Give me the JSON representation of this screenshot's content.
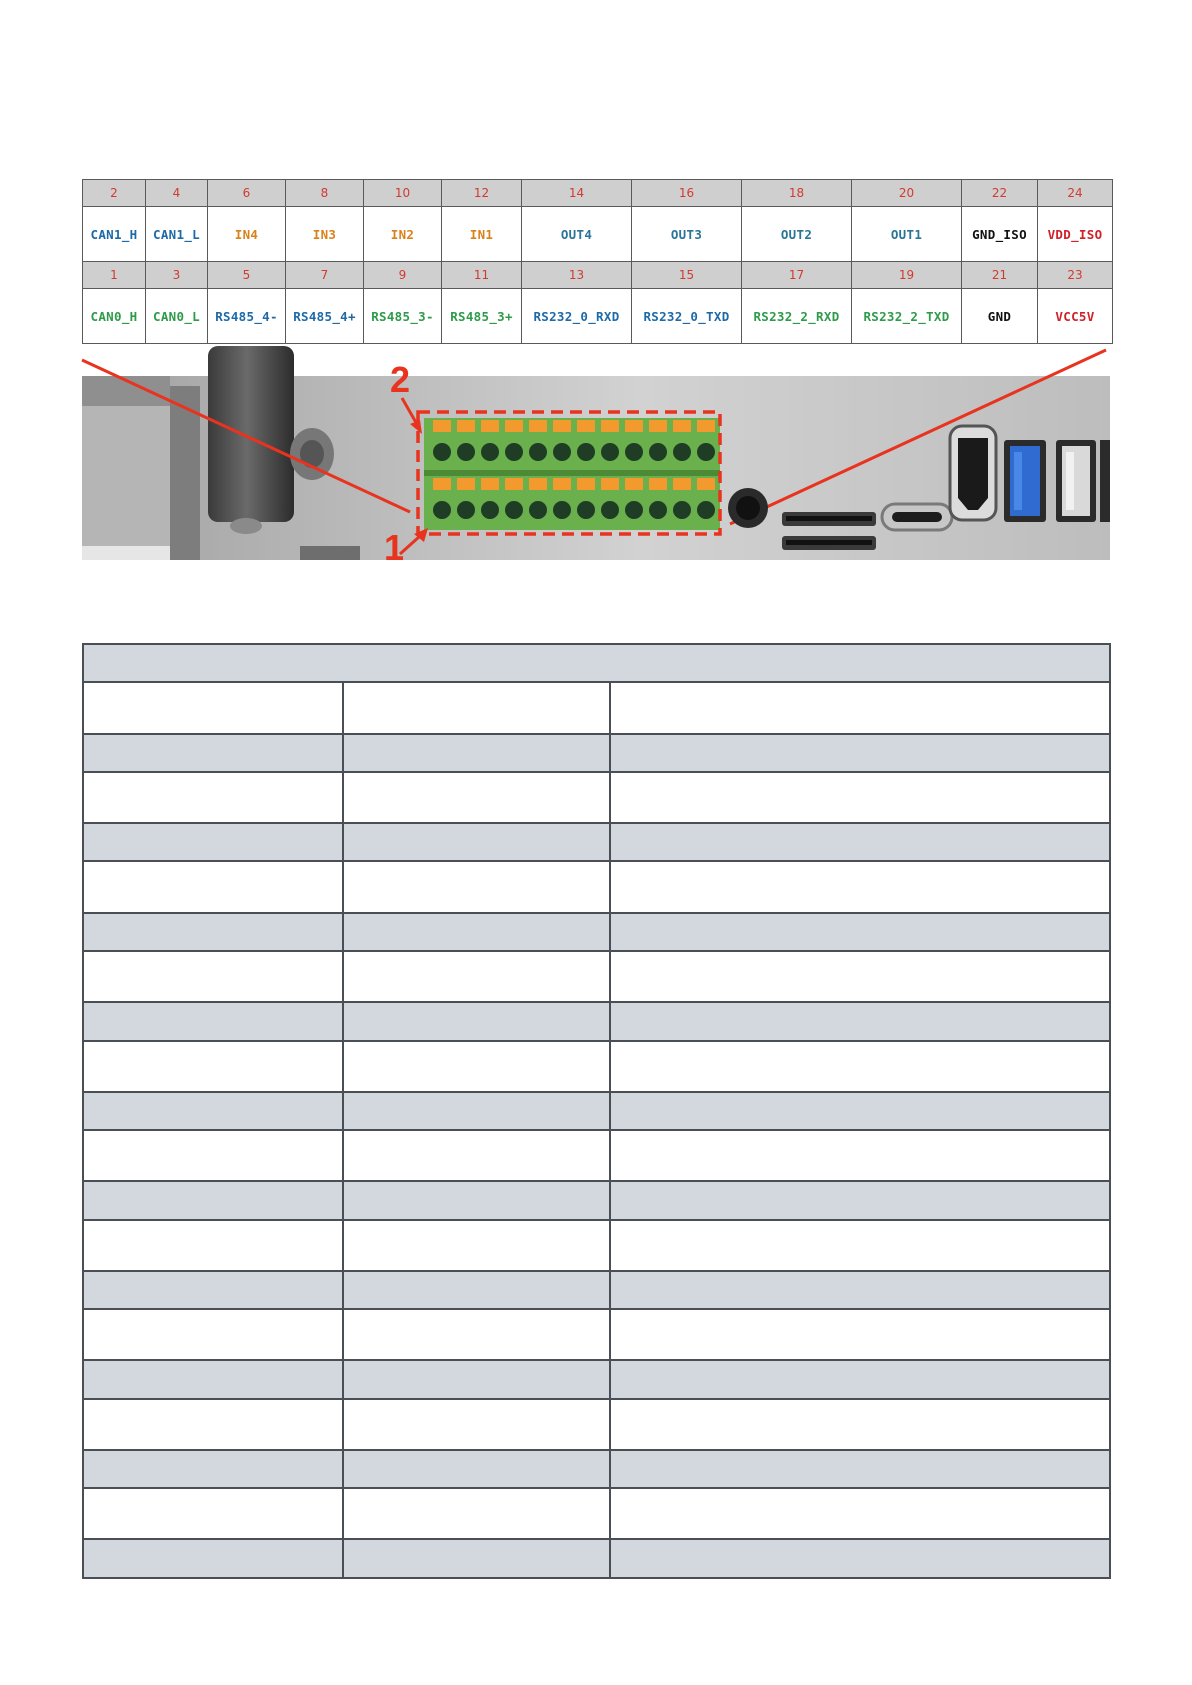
{
  "pinmap": {
    "top_numbers": [
      "2",
      "4",
      "6",
      "8",
      "10",
      "12",
      "14",
      "16",
      "18",
      "20",
      "22",
      "24"
    ],
    "top_signals": [
      "CAN1_H",
      "CAN1_L",
      "IN4",
      "IN3",
      "IN2",
      "IN1",
      "OUT4",
      "OUT3",
      "OUT2",
      "OUT1",
      "GND_ISO",
      "VDD_ISO"
    ],
    "top_colors": [
      "blue",
      "blue",
      "orange",
      "orange",
      "orange",
      "orange",
      "teal",
      "teal",
      "teal",
      "teal",
      "black",
      "red"
    ],
    "bottom_numbers": [
      "1",
      "3",
      "5",
      "7",
      "9",
      "11",
      "13",
      "15",
      "17",
      "19",
      "21",
      "23"
    ],
    "bottom_signals": [
      "CAN0_H",
      "CAN0_L",
      "RS485_4-",
      "RS485_4+",
      "RS485_3-",
      "RS485_3+",
      "RS232_0_RXD",
      "RS232_0_TXD",
      "RS232_2_RXD",
      "RS232_2_TXD",
      "GND",
      "VCC5V"
    ],
    "bottom_colors": [
      "green",
      "green",
      "blue",
      "blue",
      "green",
      "green",
      "blue",
      "blue",
      "green",
      "green",
      "black",
      "red"
    ]
  },
  "photo": {
    "callout_top": "2",
    "callout_bottom": "1"
  },
  "colors": {
    "pin_number": "#d23a2f",
    "highlight": "#e8331f",
    "terminal_green": "#6ab04c",
    "terminal_orange": "#f29a2e",
    "table_gray": "#d3d8de"
  }
}
